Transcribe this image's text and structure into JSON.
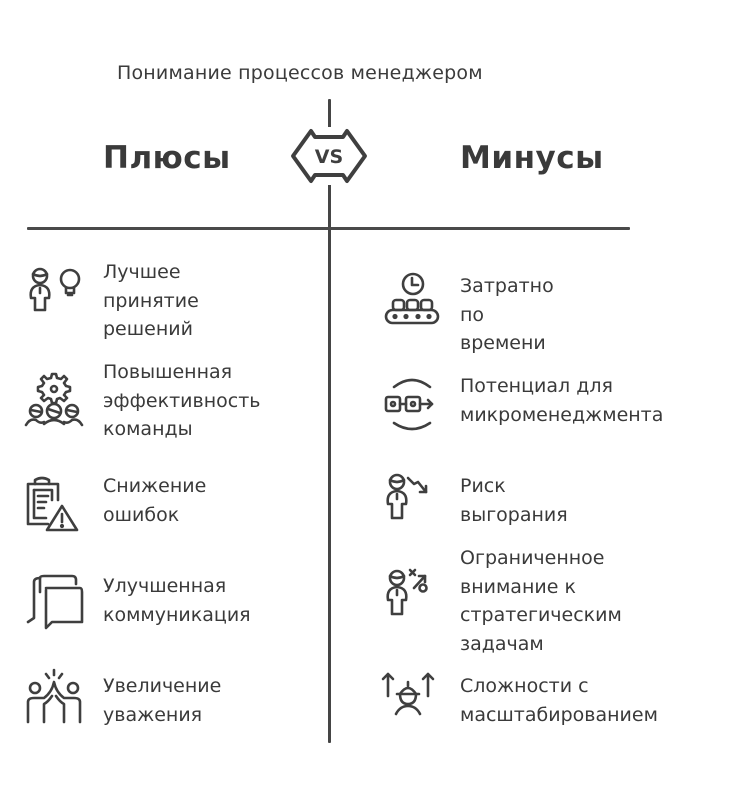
{
  "title": "Понимание процессов менеджером",
  "vs_label": "VS",
  "pros": {
    "heading": "Плюсы",
    "items": [
      {
        "icon": "person-lightbulb-icon",
        "label": "Лучшее\nпринятие\nрешений"
      },
      {
        "icon": "team-gear-icon",
        "label": "Повышенная\nэффективность\nкоманды"
      },
      {
        "icon": "clipboard-warning-icon",
        "label": "Снижение\nошибок"
      },
      {
        "icon": "chat-bubbles-icon",
        "label": "Улучшенная\nкоммуникация"
      },
      {
        "icon": "high-five-icon",
        "label": "Увеличение\nуважения"
      }
    ]
  },
  "cons": {
    "heading": "Минусы",
    "items": [
      {
        "icon": "clock-conveyor-icon",
        "label": "Затратно по\nвремени"
      },
      {
        "icon": "micromanagement-cycle-icon",
        "label": "Потенциал для\nмикроменеджмента"
      },
      {
        "icon": "person-downtrend-icon",
        "label": "Риск\nвыгорания"
      },
      {
        "icon": "person-strategy-icon",
        "label": "Ограниченное\nвнимание к\nстратегическим\nзадачам"
      },
      {
        "icon": "worker-scaling-arrows-icon",
        "label": "Сложности с\nмасштабированием"
      }
    ]
  },
  "colors": {
    "ink": "#3a3a3a",
    "background": "#ffffff"
  }
}
